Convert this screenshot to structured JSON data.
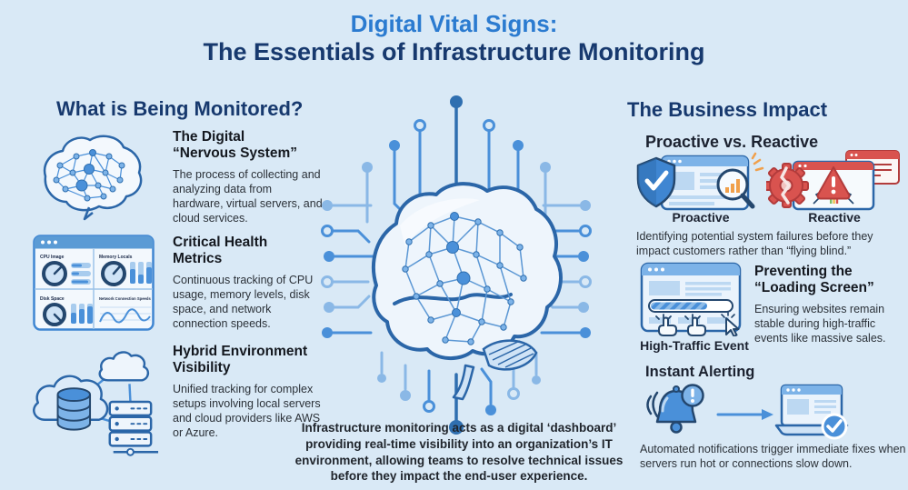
{
  "page": {
    "background": "#d9e9f6"
  },
  "title": {
    "line1": "Digital Vital Signs:",
    "line2": "The Essentials of Infrastructure Monitoring"
  },
  "colors": {
    "title_blue": "#2b7bd0",
    "navy": "#17396e",
    "accent_blue": "#4a90d9",
    "alert_red": "#d9534f",
    "warn_orange": "#f0a04b",
    "background": "#d9e9f6"
  },
  "left": {
    "header": "What is Being Monitored?",
    "items": [
      {
        "icon": "brain-network-icon",
        "heading": "The Digital “Nervous System”",
        "description": "The process of collecting and analyzing data from hardware, virtual servers, and cloud services."
      },
      {
        "icon": "metrics-dashboard-icon",
        "heading": "Critical Health Metrics",
        "description": "Continuous tracking of CPU usage, memory levels, disk space, and network connection speeds.",
        "panels": [
          "CPU Image",
          "Memory Locals",
          "Disk Space",
          "Network Connection Speeds"
        ]
      },
      {
        "icon": "hybrid-cloud-icon",
        "heading": "Hybrid Environment Visibility",
        "description": "Unified tracking for complex setups involving local servers and cloud providers like AWS or Azure."
      }
    ]
  },
  "center": {
    "icon": "brain-circuit-illustration"
  },
  "right": {
    "header": "The Business Impact",
    "proactive_reactive": {
      "heading": "Proactive vs. Reactive",
      "labels": [
        "Proactive",
        "Reactive"
      ],
      "description": "Identifying potential system failures before they impact customers rather than “flying blind.”"
    },
    "loading_screen": {
      "heading": "Preventing the “Loading Screen”",
      "icon_label": "High-Traffic Event",
      "description": "Ensuring websites remain stable during high-traffic events like massive sales."
    },
    "instant_alerting": {
      "heading": "Instant Alerting",
      "description": "Automated notifications trigger immediate fixes when servers run hot or connections slow down."
    }
  },
  "footer": "Infrastructure monitoring acts as a digital ‘dashboard’ providing real-time visibility into an organization’s IT environment, allowing teams to resolve technical issues before they impact the end-user experience."
}
